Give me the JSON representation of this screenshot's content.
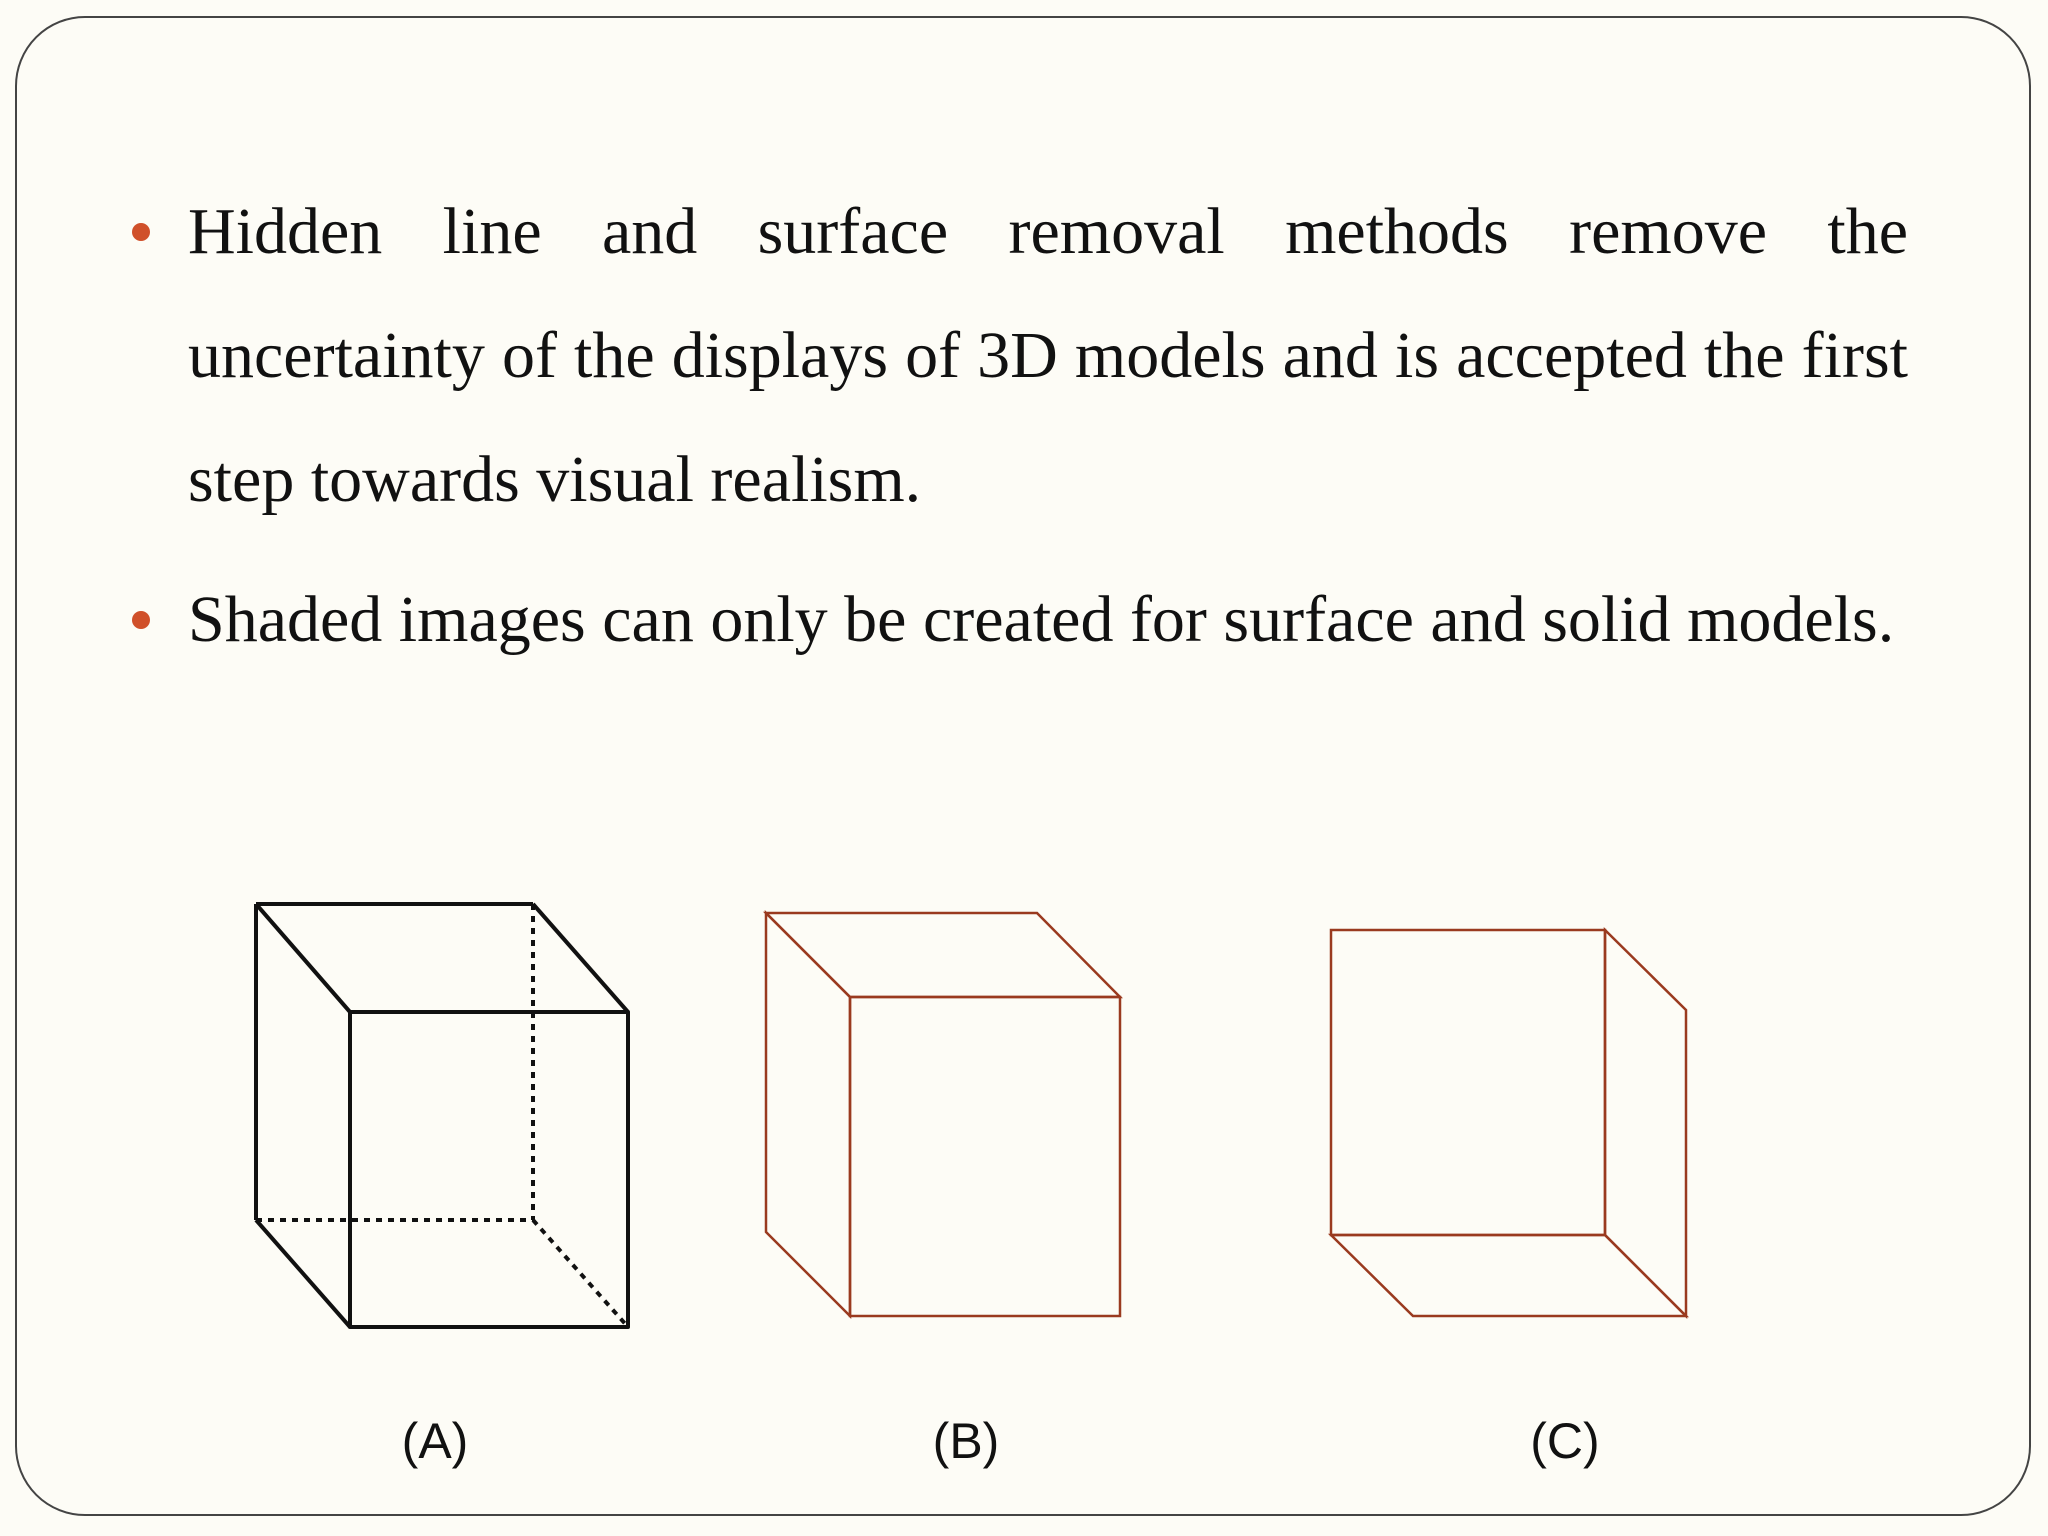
{
  "bullets": [
    {
      "text": "Hidden line and surface removal methods remove the uncertainty of the displays of 3D models and is accepted the first step towards visual realism."
    },
    {
      "text": "Shaded images can only be created for surface and solid models."
    }
  ],
  "figures": [
    {
      "label": "(A)",
      "icon": "wireframe-cube-with-hidden-lines",
      "color": "#111111"
    },
    {
      "label": "(B)",
      "icon": "cube-hidden-lines-removed-front-view",
      "color": "#9a3a1f"
    },
    {
      "label": "(C)",
      "icon": "cube-hidden-lines-removed-alternate-view",
      "color": "#9a3a1f"
    }
  ],
  "colors": {
    "bullet": "#d0502a",
    "frame": "#444444",
    "background": "#fdfcf6"
  }
}
